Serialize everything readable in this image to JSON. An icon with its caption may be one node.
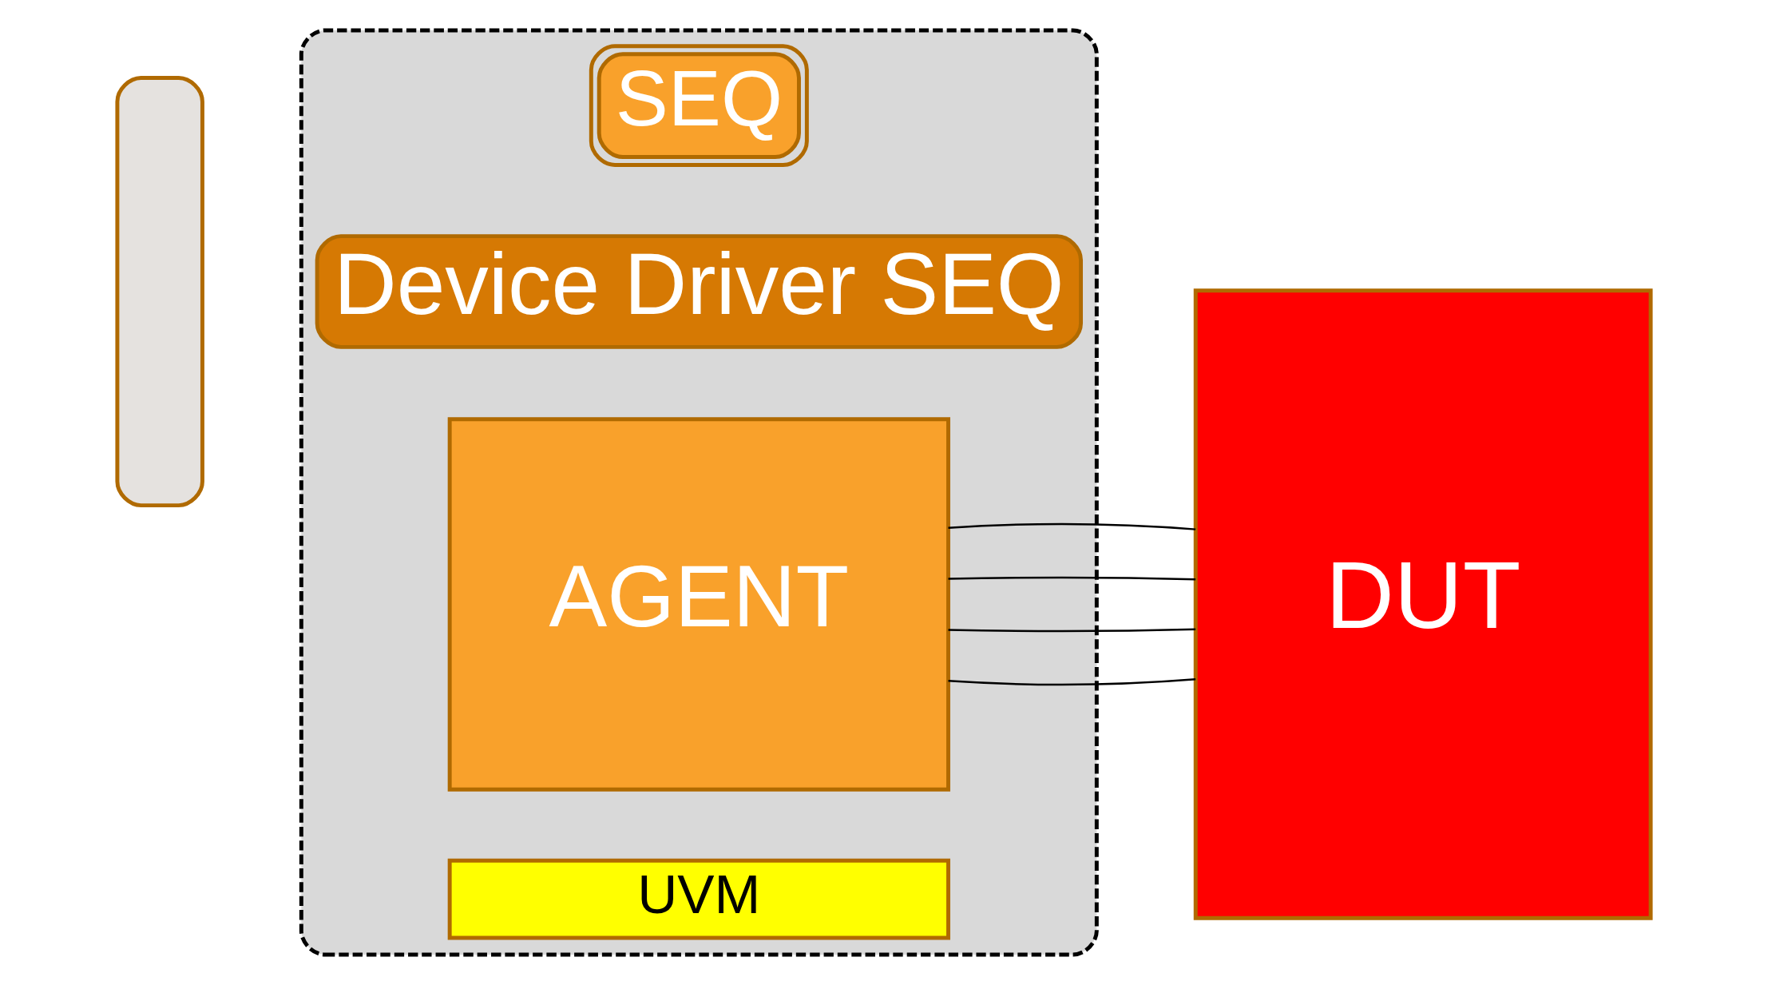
{
  "diagram": {
    "nodes": [
      {
        "text": [],
        "shape": "cloud"
      },
      {
        "text": [
          "SEQ"
        ],
        "in": 0
      },
      {
        "text": [],
        "shape": "box"
      },
      {
        "text": [
          "Device Driver SEQ"
        ],
        "in": 0
      },
      {
        "text": [
          "AGENT"
        ],
        "in": 0
      },
      {
        "text": [
          "UVM"
        ],
        "in": 0
      },
      {
        "text": [
          "DUT"
        ]
      }
    ],
    "edges": [
      {
        "from": 4,
        "to": 6,
        "arrow": "none"
      },
      {
        "from": 4,
        "to": 6,
        "arrow": "none"
      },
      {
        "from": 4,
        "to": 6,
        "arrow": "none"
      },
      {
        "from": 4,
        "to": 6,
        "arrow": "none"
      }
    ]
  }
}
